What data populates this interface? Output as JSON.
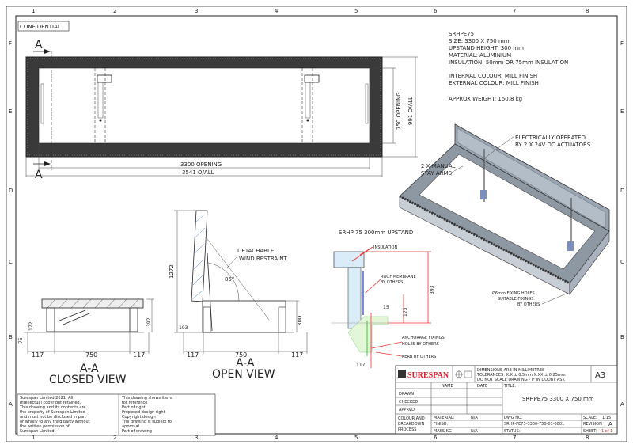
{
  "border": {
    "columns": [
      "1",
      "2",
      "3",
      "4",
      "5",
      "6",
      "7",
      "8"
    ],
    "rows": [
      "F",
      "E",
      "D",
      "C",
      "B",
      "A"
    ]
  },
  "confidential_label": "CONFIDENTIAL",
  "section_marker": "A",
  "plan_view": {
    "opening_length": "3300 OPENING",
    "overall_length": "3541 O/ALL",
    "opening_width": "750 OPENING",
    "overall_width": "991 O/ALL"
  },
  "specs": {
    "lines": [
      "SRHPE75",
      "SIZE: 3300 X 750 mm",
      "UPSTAND HEIGHT: 300 mm",
      "MATERIAL: ALUMINIUM",
      "INSULATION: 50mm OR 75mm INSULATION",
      "INTERNAL COLOUR: MILL FINISH",
      "EXTERNAL COLOUR: MILL FINISH",
      "APPROX WEIGHT: 150.8 kg"
    ]
  },
  "iso_view": {
    "actuators_note": [
      "ELECTRICALLY OPERATED",
      "BY 2 X 24V DC ACTUATORS"
    ],
    "stay_arms_note": [
      "2 X MANUAL",
      "STAY ARMS"
    ],
    "fixing_note": [
      "Ø6mm FIXING HOLES",
      "SUITABLE FIXINGS",
      "BY OTHERS"
    ]
  },
  "closed_view": {
    "title": [
      "A-A",
      "CLOSED VIEW"
    ],
    "dims": {
      "left": "117",
      "width": "750",
      "right": "117",
      "height": "392",
      "inner": "172",
      "base": "75"
    }
  },
  "open_view": {
    "title": [
      "A-A",
      "OPEN VIEW"
    ],
    "dims": {
      "left": "117",
      "width": "750",
      "right": "117",
      "height": "1272",
      "upstand": "300",
      "low": "193",
      "angle": "85°"
    },
    "wind_note": [
      "DETACHABLE",
      "WIND RESTRAINT"
    ]
  },
  "detail": {
    "title": "SRHP 75 300mm UPSTAND",
    "insulation": "INSULATION",
    "membrane": [
      "ROOF MEMBRANE",
      "BY OTHERS"
    ],
    "anchorage": [
      "ANCHORAGE FIXINGS",
      "HOLES BY OTHERS"
    ],
    "kerb": "KERB BY OTHERS",
    "dims": {
      "h393": "393",
      "h173": "173",
      "d15": "15",
      "d117": "117"
    }
  },
  "title_block": {
    "brand": "SURESPAN",
    "brand_color": "#e0202a",
    "notes": [
      "DIMENSIONS ARE IN MILLIMETRES",
      "TOLERANCES: X.X ± 0.5mm  X.XX ± 0.25mm",
      "DO NOT SCALE DRAWING - IF IN DOUBT ASK"
    ],
    "sheet_size": "A3",
    "name_header": "NAME",
    "date_header": "DATE",
    "title_label": "TITLE:",
    "title": "SRHPE75 3300 X 750 mm",
    "rows": [
      "DRAWN",
      "CHECKED",
      "APPRVD"
    ],
    "colour_label": [
      "COLOUR AND",
      "BREAKDOWN",
      "PROCESS"
    ],
    "material_label": "MATERIAL:",
    "material_value": "N/A",
    "finish_label": "FINISH:",
    "mass_label": "MASS KG",
    "mass_value": "N/A",
    "dwg_label": "DWG NO.",
    "dwg_value": "SRHP-PE75-3300-750-01-0001",
    "status_label": "STATUS:",
    "scale_label": "SCALE:",
    "scale_value": "1:15",
    "revision_label": "REVISION",
    "revision_value": "A",
    "sheet_label": "SHEET:",
    "sheet_value": "1 of 1"
  },
  "copyright_block": {
    "text": [
      "Surespan Limited 2021. All",
      "Intellectual copyright retained.",
      "This drawing and its contents are",
      "the property of Surespan Limited",
      "and must not be disclosed in part",
      "or wholly to any third party without",
      "the written permission of",
      "Surespan Limited"
    ],
    "notes": [
      "This drawing shows items",
      "for reference",
      "Part of right",
      "Proposed design right",
      "Copyright design",
      "The drawing is subject to",
      "approval",
      "Part of drawing"
    ]
  }
}
